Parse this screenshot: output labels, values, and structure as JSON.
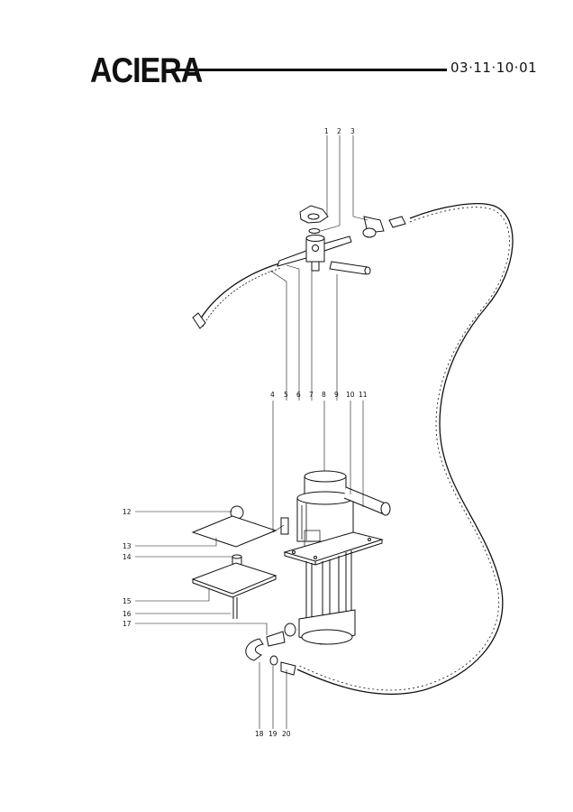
{
  "header": {
    "brand": "ACIERA",
    "doc_number": "03·11·10·01"
  },
  "callouts": {
    "c1": "1",
    "c2": "2",
    "c3": "3",
    "c4": "4",
    "c5": "5",
    "c6": "6",
    "c7": "7",
    "c8": "8",
    "c9": "9",
    "c10": "10",
    "c11": "11",
    "c12": "12",
    "c13": "13",
    "c14": "14",
    "c15": "15",
    "c16": "16",
    "c17": "17",
    "c18": "18",
    "c19": "19",
    "c20": "20"
  }
}
